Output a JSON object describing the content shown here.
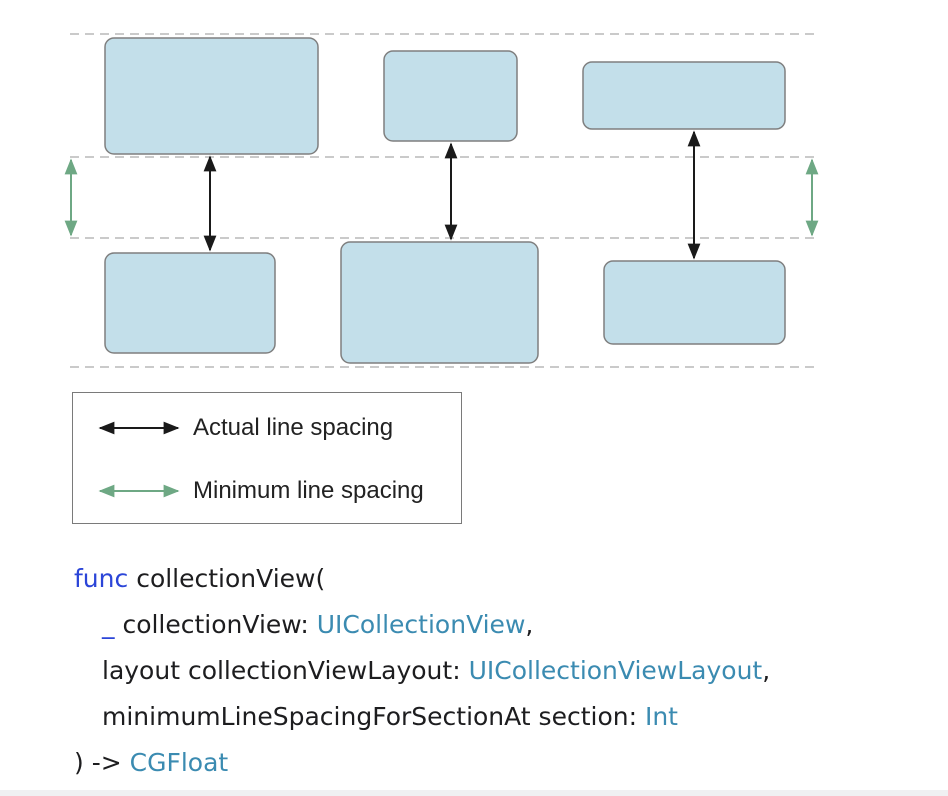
{
  "legend": {
    "actual_label": "Actual line spacing",
    "minimum_label": "Minimum line spacing"
  },
  "colors": {
    "cell_fill": "#c3dfea",
    "cell_stroke": "#7f7f7f",
    "guide_line": "#b8b8b8",
    "actual_arrow": "#1a1a1a",
    "minimum_arrow": "#6ea884",
    "keyword": "#2b45d8",
    "type": "#3b8bb1"
  },
  "code": {
    "line1_keyword": "func",
    "line1_name": " collectionView(",
    "line2_underscore": "_",
    "line2_param": " collectionView: ",
    "line2_type": "UICollectionView",
    "line2_comma": ",",
    "line3_param": "layout collectionViewLayout: ",
    "line3_type": "UICollectionViewLayout",
    "line3_comma": ",",
    "line4_param": "minimumLineSpacingForSectionAt section: ",
    "line4_type": "Int",
    "line5_close": ") -> ",
    "line5_type": "CGFloat"
  }
}
